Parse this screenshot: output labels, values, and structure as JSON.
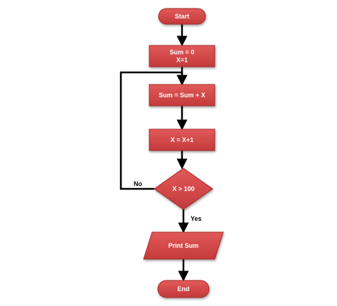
{
  "diagram": {
    "type": "flowchart",
    "colors": {
      "node_fill": "#d64545",
      "node_fill_dark": "#b52f2f",
      "node_stroke": "#a52a2a",
      "text": "#ffffff",
      "connector": "#000000"
    },
    "nodes": [
      {
        "id": "start",
        "shape": "terminator",
        "lines": [
          "Start"
        ]
      },
      {
        "id": "init",
        "shape": "process",
        "lines": [
          "Sum = 0",
          "X=1"
        ]
      },
      {
        "id": "add",
        "shape": "process",
        "lines": [
          "Sum = Sum + X"
        ]
      },
      {
        "id": "inc",
        "shape": "process",
        "lines": [
          "X = X+1"
        ]
      },
      {
        "id": "check",
        "shape": "decision",
        "lines": [
          "X > 100"
        ]
      },
      {
        "id": "print",
        "shape": "io",
        "lines": [
          "Print Sum"
        ]
      },
      {
        "id": "end",
        "shape": "terminator",
        "lines": [
          "End"
        ]
      }
    ],
    "edges": [
      {
        "from": "start",
        "to": "init",
        "label": ""
      },
      {
        "from": "init",
        "to": "add",
        "label": ""
      },
      {
        "from": "add",
        "to": "inc",
        "label": ""
      },
      {
        "from": "inc",
        "to": "check",
        "label": ""
      },
      {
        "from": "check",
        "to": "print",
        "label": "Yes"
      },
      {
        "from": "check",
        "to": "add",
        "label": "No"
      },
      {
        "from": "print",
        "to": "end",
        "label": ""
      }
    ]
  }
}
